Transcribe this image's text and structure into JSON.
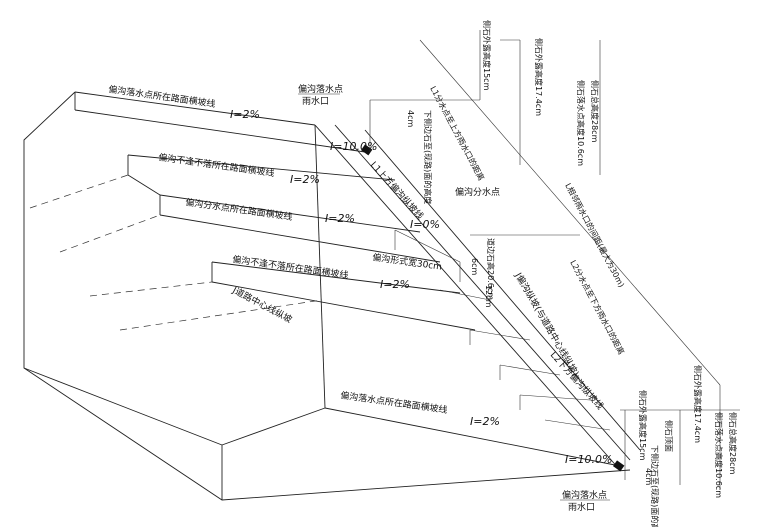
{
  "labels": {
    "cross_slope_line_top": "偏沟落水点所在路面横坡线",
    "cross_slope_line_2": "偏沟不逢不落所在路面横坡线",
    "cross_slope_line_3": "偏沟分水点所在路面横坡线",
    "cross_slope_line_4": "偏沟不逢不落所在路面横坡线",
    "cross_slope_line_bottom": "偏沟落水点所在路面横坡线",
    "road_centerline": "J道路中心线纵坡",
    "drain_point_top": "偏沟落水点",
    "rain_inlet_top": "雨水口",
    "drain_point_bottom": "偏沟落水点",
    "rain_inlet_bottom": "雨水口",
    "divide_point": "偏沟分水点",
    "l1_segment": "L1上方偏沟纵坡线",
    "l2_segment": "L2下方偏沟纵坡线",
    "gutter_width": "偏沟形式宽30cm",
    "curb_height": "道边石高20.6cm",
    "l1_distance": "L1分水点至上方雨水口的距离",
    "l_distance": "L相邻雨水口的间距(最大为30m)",
    "l2_distance": "L2分水点至下方雨水口的距离",
    "j_gutter_slope": "J偏沟纵坡(与道路中心线纵坡)",
    "side_curb_top": "侧石顶面",
    "lower_curb_top": "下侧边石至(现路)面的高度",
    "curb_exposed": "侧石外露高度17.4cm",
    "curb_total": "侧石总高度28cm",
    "side_drop_top": "侧石落水点高度10.6cm",
    "top_outside": "侧石外露高度15cm",
    "bottom_side_curb": "侧石外露高度15cm",
    "bottom_side_drop": "侧石落水点高度10.6cm",
    "bottom_curb_total": "侧石总高度28cm",
    "bottom_lower_curb": "下侧边石至(现路)面的高度",
    "curb_exposed_bottom": "侧石外露高度17.4cm"
  },
  "slopes": {
    "s_top_road": "I=2%",
    "s_second": "I=2%",
    "s_third": "I=2%",
    "s_fourth": "I=2%",
    "s_bottom": "I=2%",
    "s_drain_top": "I=10.0%",
    "s_divide": "I=0%",
    "s_drain_bottom": "I=10.0%"
  },
  "dimensions": {
    "upper_4cm": "4cm",
    "lower_4cm": "4cm",
    "mid_6cm": "6cm",
    "mid_12cm": "12cm"
  }
}
